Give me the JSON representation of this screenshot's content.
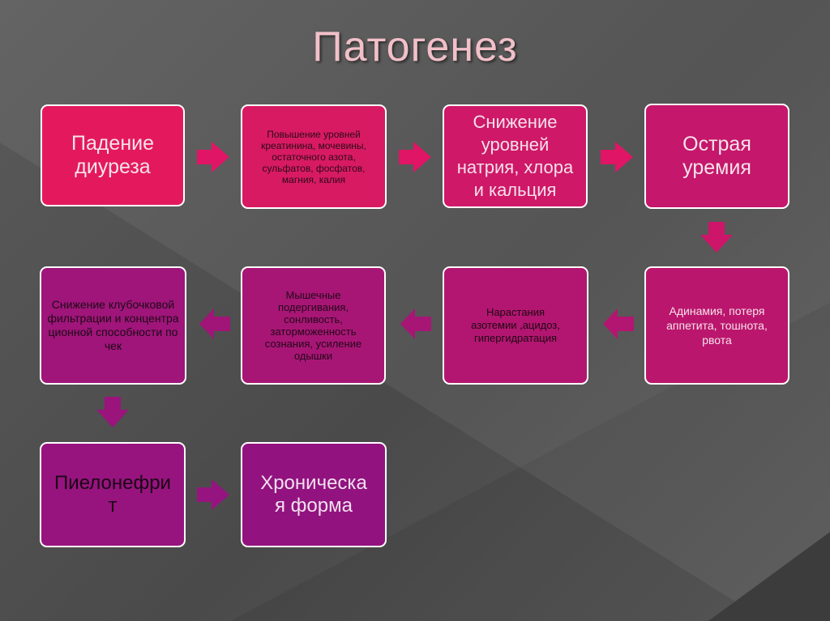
{
  "slide": {
    "title": "Патогенез"
  },
  "diagram": {
    "row1": [
      {
        "id": "b1",
        "text": "Падение диуреза",
        "color": "#e4195d"
      },
      {
        "id": "b2",
        "text": "Повышение уровней креатинина, мочевины, остаточного азота, сульфатов, фосфатов, магния, калия",
        "color": "#d81a63"
      },
      {
        "id": "b3",
        "text": "Снижение уровней натрия, хлора и кальция",
        "color": "#cf1868"
      },
      {
        "id": "b4",
        "text": "Острая уремия",
        "color": "#c5176b"
      }
    ],
    "row2": [
      {
        "id": "b5",
        "text": "Снижение клубочковой фильтрации и концентрационной способности почек",
        "color": "#9f157a"
      },
      {
        "id": "b6",
        "text": "Мышечные подергивания, сонливость, заторможенность сознания, усиление одышки",
        "color": "#a81675"
      },
      {
        "id": "b7",
        "text": "Нарастания азотемии ,ацидоз, гипергидратация",
        "color": "#b21671"
      },
      {
        "id": "b8",
        "text": "Адинамия, потеря аппетита, тошнота, рвота",
        "color": "#bb166d"
      }
    ],
    "row3": [
      {
        "id": "b9",
        "text": "Пиелонефрит",
        "color": "#97147f"
      },
      {
        "id": "b10",
        "text": "Хроническая форма",
        "color": "#92137f"
      }
    ],
    "arrow_color_top": "#e01565",
    "arrow_color_bottom": "#a01577"
  }
}
